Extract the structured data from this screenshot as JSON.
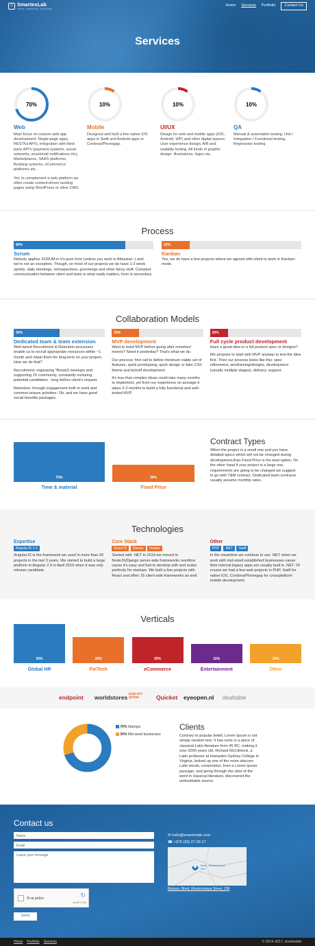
{
  "header": {
    "logo": "SmartexLab",
    "logo_sub": "SMART · INNOVATIVE · SOLUTIONS",
    "nav": [
      "Home",
      "Services",
      "Portfolio",
      "Contact Us"
    ],
    "title": "Services"
  },
  "services": [
    {
      "pct": "70%",
      "value": 0.7,
      "color": "#2b7bc0",
      "title": "Web",
      "text": "Main focus on custom web app development: Single-page apps, RESTful API's, integration with third-party API's (payment systems, social networks, sms/email notifications etc), Marketplaces, SAAS platforms, Booking systems, eCommerce platforms etc.",
      "text2": "Yet, to complement a web platform we often create content-driven landing pages using WordPress or other CMS."
    },
    {
      "pct": "10%",
      "value": 0.1,
      "color": "#e8702a",
      "title": "Mobile",
      "text": "Designed and built a few native iOS apps in Swift and Android apps in Cordova/Phonegap.",
      "text2": ""
    },
    {
      "pct": "10%",
      "value": 0.1,
      "color": "#c0242b",
      "title": "UI/UX",
      "text": "Design for web and mobile apps (iOS, Android, WP) and other digital spaces. User experience design, A/B and usability testing. All kinds of graphic design: illustrations, logos etc.",
      "text2": ""
    },
    {
      "pct": "10%",
      "value": 0.1,
      "color": "#2b7bc0",
      "title": "QA",
      "text": "Manual & automation testing, Unit / Integration / Functional testing, Regression testing.",
      "text2": ""
    }
  ],
  "process": {
    "title": "Process",
    "items": [
      {
        "pct": "80%",
        "value": 0.8,
        "color": "#2b7bc0",
        "title": "Scrum",
        "text": "Nobody applies SCRUM in it's pure form (unless you work in Atlassian :) and we're not an exception. Though, on most of our projects we do have 1-2 week sprints, daily meetings, retrospectives, groomings and other fancy stuff. Constant communication between client and team is what really matters, form is secondary."
      },
      {
        "pct": "20%",
        "value": 0.2,
        "color": "#e8702a",
        "title": "Kanban",
        "text": "Yes, we do have a few projects where we agreed with client to work in Kanban-mode."
      }
    ]
  },
  "collab": {
    "title": "Collaboration Models",
    "items": [
      {
        "pct": "50%",
        "value": 0.5,
        "color": "#2b7bc0",
        "title": "Dedicated team & team extension",
        "p": [
          "Well-tuned Recruitment & Retention processes enable us to recruit appropriate resources within ~1 month and retain them for long-term on your project. How we do that?",
          "Recruitment: organizing *Brest|S meetups and supporting JS community, constantly nurturing potential candidates - long before client's request.",
          "Retention: through engagement both in work and common leisure activities. Oh, and we have good social benefits packages."
        ]
      },
      {
        "pct": "30%",
        "value": 0.3,
        "color": "#e8702a",
        "title": "MVP development",
        "p": [
          "Want to build MVP before going after investors' money? Need it yesterday? That's what we do.",
          "Our process: first call to define minimum viable set of features, quick prototyping, quick design or fake CSS theme and kickoff development.",
          "It's true that complex ideas could take many months to implement, yet from our experience on average it takes 2-3 months to build a fully functional and well-tested MVP."
        ]
      },
      {
        "pct": "20%",
        "value": 0.2,
        "color": "#c0242b",
        "title": "Full cycle product development",
        "p": [
          "Have a great idea or a full product spec or designs?",
          "We propose to start with MVP anyway to test the idea first. Then our process looks like this: spec refinement, wireframing/designs, development (usually multiple stages), delivery, support."
        ]
      }
    ]
  },
  "contract": {
    "title": "Contract Types",
    "items": [
      {
        "pct": "70%",
        "value": 0.7,
        "color": "#2b7bc0",
        "label": "Time & material"
      },
      {
        "pct": "30%",
        "value": 0.3,
        "color": "#e8702a",
        "label": "Fixed Price"
      }
    ],
    "text": "When the project is a small one and you have detailed specs which will not be changed during development,than Fixed Price is the best option. On the other hand if your project is a large one, requirements are going to be changed we suggest to go with T&M contract. Dedicated team contracts usually assume monthly rates."
  },
  "tech": {
    "title": "Technologies",
    "items": [
      {
        "title": "Expertise",
        "color": "#2b7bc0",
        "tags": [
          "AngularJS 1-2"
        ],
        "text": "AngularJS is the framework we used in more than 20 projects in the last 3 years. We started to build a large platform in Angular 2.0 in April 2016 when it was only release candidate."
      },
      {
        "title": "Core Stack",
        "color": "#e8702a",
        "tags": [
          "ReactJS",
          "Django",
          "Nodejs"
        ],
        "text": "Started with .NET in 2014 we moved to NodeJS/Django server-side frameworks overtime cause it's easy and fast to develop with and suites perfectly for startups. We built a few projects with React and other JS client-side frameworks as well."
      },
      {
        "title": "Other",
        "color": "#c0242b",
        "tags": [
          "PHP",
          ".NET",
          "Swift"
        ],
        "text": "In the meantime we continue to use .NET when we work with mid-sized established businesses cause their internal legacy apps are usually built in .NET. Of course we had a few web projects in PHP, Swift for native iOS, Cordova/Phonegap for crossplatform mobile development."
      }
    ]
  },
  "verticals": {
    "title": "Verticals",
    "items": [
      {
        "pct": "30%",
        "value": 0.3,
        "color": "#2b7bc0",
        "label": "Global HR"
      },
      {
        "pct": "20%",
        "value": 0.2,
        "color": "#e8702a",
        "label": "FinTech"
      },
      {
        "pct": "20%",
        "value": 0.2,
        "color": "#c0242b",
        "label": "eCommerce"
      },
      {
        "pct": "15%",
        "value": 0.15,
        "color": "#6a2b8c",
        "label": "Entertainment"
      },
      {
        "pct": "15%",
        "value": 0.15,
        "color": "#f2a22a",
        "label": "Other"
      }
    ]
  },
  "logos": [
    "endpoint",
    "worldstores",
    "popcorn global",
    "Quicket",
    "eyeopen.nl",
    "dealtable"
  ],
  "clients": {
    "title": "Clients",
    "legend": [
      {
        "pct": "70%",
        "label": " Startups",
        "value": 0.7,
        "color": "#2b7bc0"
      },
      {
        "pct": "30%",
        "label": " Mid-sized businesses",
        "value": 0.3,
        "color": "#f2a22a"
      }
    ],
    "text": "Contrary to popular belief, Lorem Ipsum is not simply random text. It has roots in a piece of classical Latin literature from 45 BC, making it over 2000 years old. Richard McClintock, a Latin professor at Hampden-Sydney College in Virginia, looked up one of the more obscure Latin words, consectetur, from a Lorem Ipsum passage, and going through the cites of the word in classical literature, discovered the undoubtable source."
  },
  "contact": {
    "title": "Contact us",
    "name_ph": "Name",
    "email_ph": "Email",
    "msg_ph": "Leave your message",
    "captcha": "Я не робот",
    "captcha_brand": "reCAPTCHA",
    "send": "Send",
    "email": "hello@smartexlab.com",
    "phone": "+375 (29) 27-29-17",
    "address": "Belarus, Brest, Moskovskaya Street, 208",
    "map_pin": "Brest, Moskovskaya 208"
  },
  "footer": {
    "links": [
      "Home",
      "Portfolio",
      "Services"
    ],
    "copy": "© 2014–2017, smartexlab"
  }
}
